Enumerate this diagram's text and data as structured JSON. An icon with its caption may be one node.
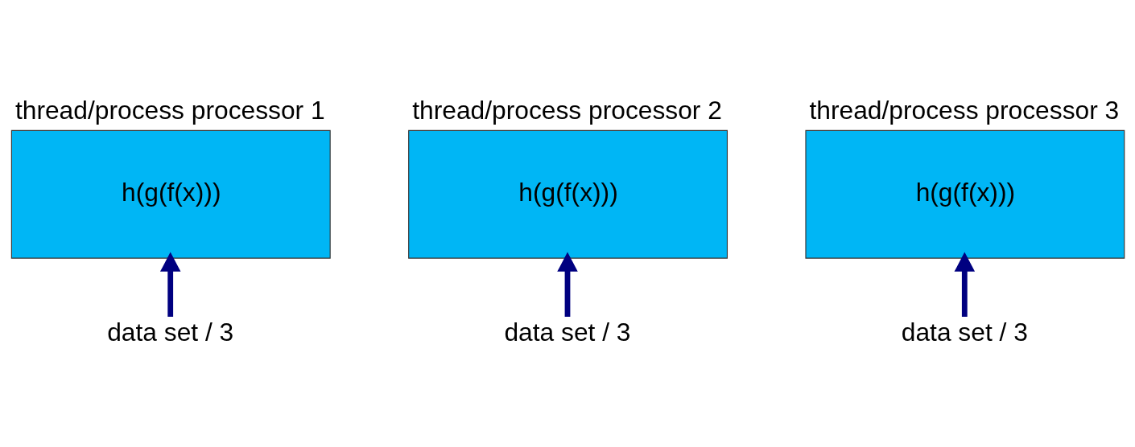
{
  "diagram": {
    "nodes": [
      {
        "text": [
          "thread/process processor 1",
          "h(g(f(x)))"
        ]
      },
      {
        "text": [
          "thread/process processor 2",
          "h(g(f(x)))"
        ]
      },
      {
        "text": [
          "thread/process processor 3",
          "h(g(f(x)))"
        ]
      },
      {
        "text": [
          "data set / 3"
        ]
      },
      {
        "text": [
          "data set / 3"
        ]
      },
      {
        "text": [
          "data set / 3"
        ]
      }
    ],
    "edges": [
      {
        "from": 3,
        "to": 0,
        "arrow": "to"
      },
      {
        "from": 4,
        "to": 1,
        "arrow": "to"
      },
      {
        "from": 5,
        "to": 2,
        "arrow": "to"
      }
    ]
  }
}
